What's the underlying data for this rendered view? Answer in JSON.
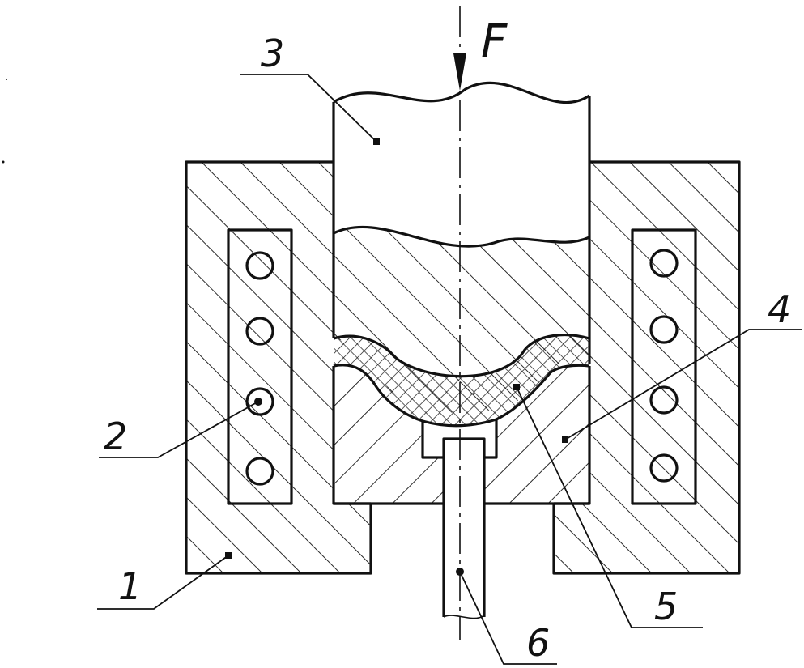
{
  "labels": {
    "force": "F",
    "housing": "1",
    "heater": "2",
    "punch": "3",
    "die": "4",
    "blank": "5",
    "ejector": "6"
  },
  "colors": {
    "ink": "#111111",
    "paper": "#ffffff"
  }
}
